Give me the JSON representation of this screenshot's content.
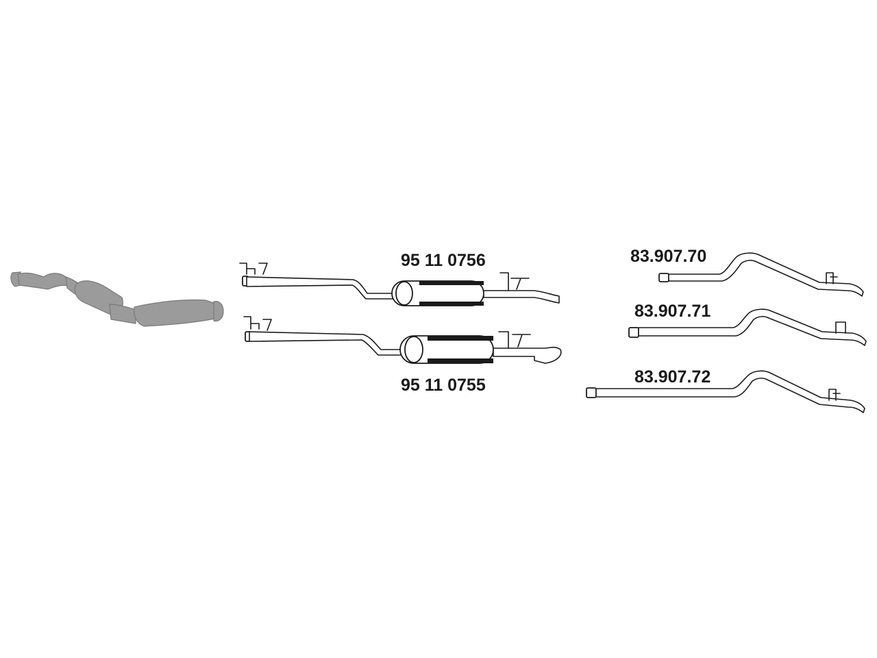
{
  "parts": {
    "front_assembly": {
      "name": "catalytic-front-pipe",
      "color": "#9b9b9b"
    },
    "muffler_upper": {
      "label": "95 11 0756"
    },
    "muffler_lower": {
      "label": "95 11 0755"
    },
    "tail_pipe_1": {
      "label": "83.907.70"
    },
    "tail_pipe_2": {
      "label": "83.907.71"
    },
    "tail_pipe_3": {
      "label": "83.907.72"
    }
  },
  "colors": {
    "line": "#1a1a1a",
    "grey_part": "#9b9b9b",
    "background": "#ffffff"
  }
}
